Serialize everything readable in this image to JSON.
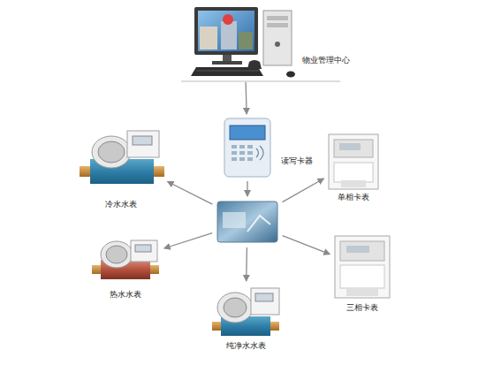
{
  "diagram": {
    "nodes": [
      {
        "text": [
          "物业管理中心"
        ]
      },
      {
        "text": [
          "读写卡器"
        ]
      },
      {
        "text": [
          "冷水水表"
        ]
      },
      {
        "text": [
          "单相卡表"
        ]
      },
      {
        "text": []
      },
      {
        "text": [
          "热水水表"
        ]
      },
      {
        "text": [
          "三相卡表"
        ]
      },
      {
        "text": [
          "纯净水水表"
        ]
      }
    ],
    "edges": [
      {
        "from": 0,
        "to": 1,
        "arrow": "to"
      },
      {
        "from": 1,
        "to": 4,
        "arrow": "to"
      },
      {
        "from": 4,
        "to": 2,
        "arrow": "to"
      },
      {
        "from": 4,
        "to": 3,
        "arrow": "to"
      },
      {
        "from": 4,
        "to": 5,
        "arrow": "to"
      },
      {
        "from": 4,
        "to": 6,
        "arrow": "to"
      },
      {
        "from": 4,
        "to": 7,
        "arrow": "to"
      }
    ]
  }
}
